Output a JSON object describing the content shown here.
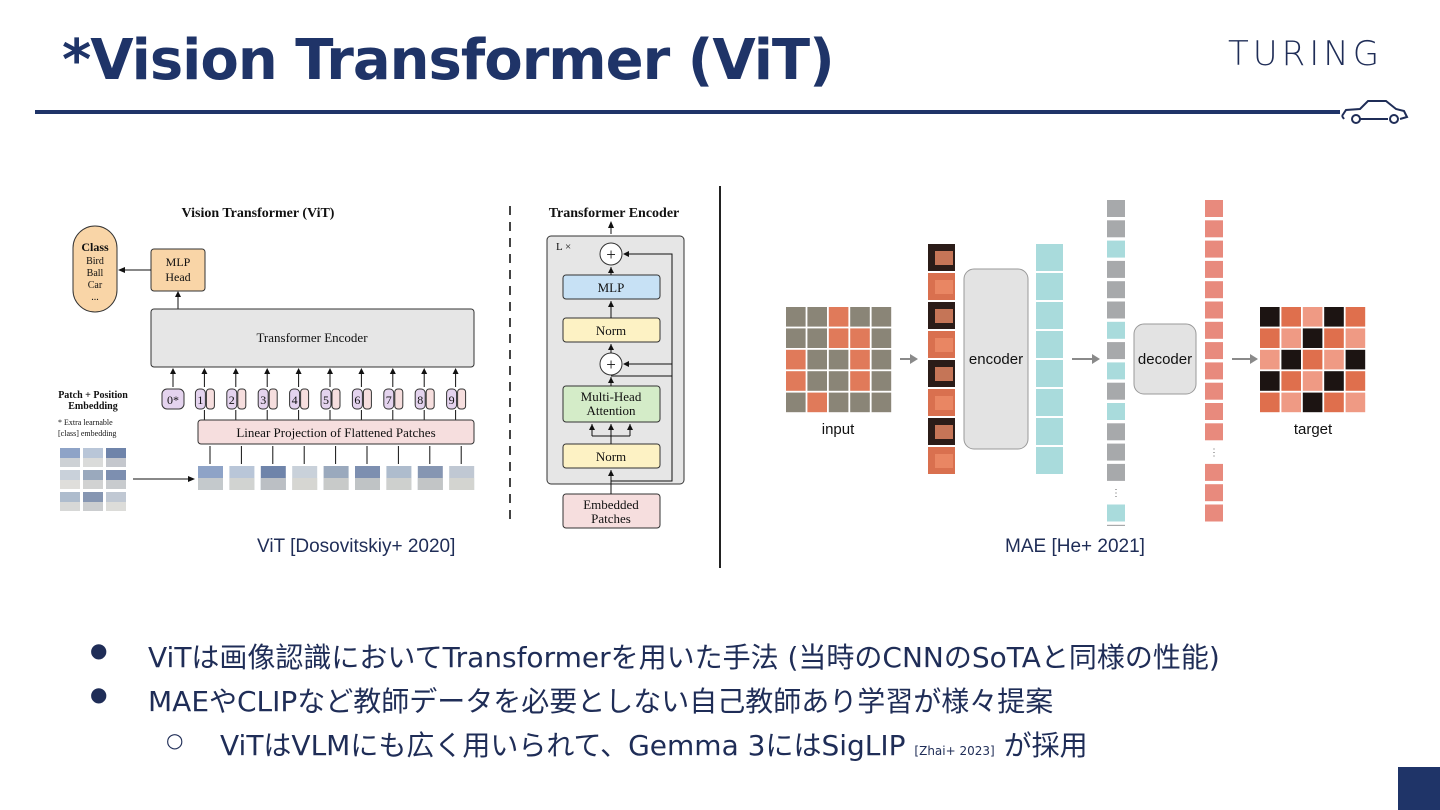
{
  "title": "*Vision Transformer (ViT)",
  "logo": "TURING",
  "vit": {
    "heading": "Vision Transformer (ViT)",
    "class_box": {
      "title": "Class",
      "items": [
        "Bird",
        "Ball",
        "Car",
        "..."
      ]
    },
    "mlp_head": [
      "MLP",
      "Head"
    ],
    "transformer_encoder": "Transformer Encoder",
    "patch_label": [
      "Patch + Position",
      "Embedding"
    ],
    "extra_note": [
      "* Extra learnable",
      "[class] embedding"
    ],
    "tokens": [
      "0*",
      "1",
      "2",
      "3",
      "4",
      "5",
      "6",
      "7",
      "8",
      "9"
    ],
    "linear_projection": "Linear Projection of Flattened Patches",
    "caption": "ViT [Dosovitskiy+ 2020]"
  },
  "encoder": {
    "heading": "Transformer Encoder",
    "repeat": "L ×",
    "mlp": "MLP",
    "norm1": "Norm",
    "mha": [
      "Multi-Head",
      "Attention"
    ],
    "norm2": "Norm",
    "embedded": [
      "Embedded",
      "Patches"
    ],
    "plus": "+"
  },
  "mae": {
    "input": "input",
    "encoder": "encoder",
    "decoder": "decoder",
    "target": "target",
    "caption": "MAE [He+ 2021]"
  },
  "bullets": [
    {
      "marker": "●",
      "text": "ViTは画像認識においてTransformerを用いた手法 (当時のCNNのSoTAと同様の性能)"
    },
    {
      "marker": "●",
      "text": "MAEやCLIPなど教師データを必要としない自己教師あり学習が様々提案"
    },
    {
      "marker": "○",
      "text": "ViTはVLMにも広く用いられて、Gemma 3にはSigLIP",
      "small": "[Zhai+ 2023]",
      "tail": "が採用"
    }
  ],
  "colors": {
    "primary": "#1f3468",
    "mlp_head": "#f9d5a7",
    "linear": "#f6dede",
    "norm": "#fdf2c4",
    "mlp": "#c7e1f5",
    "mha": "#d4ecc8",
    "teal": "#a9dbdc",
    "gray": "#a7a9ab",
    "salmon": "#e88a7d"
  }
}
